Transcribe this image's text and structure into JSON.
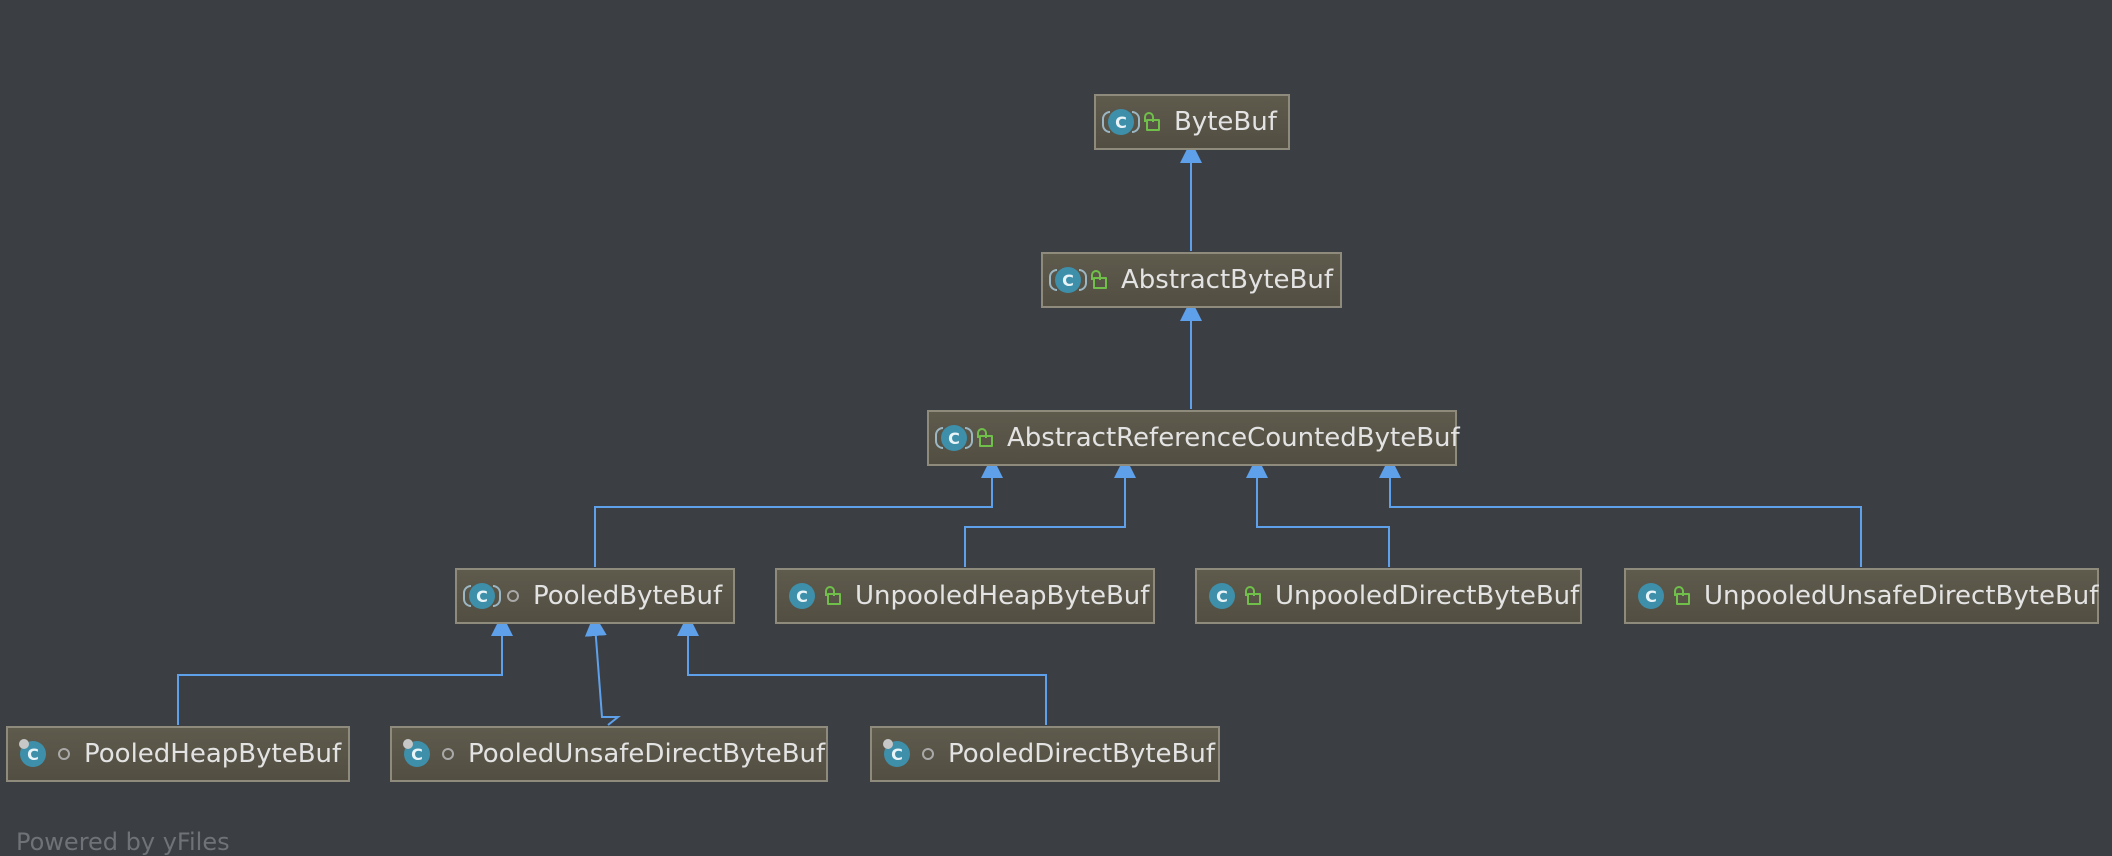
{
  "nodes": {
    "bytebuf": {
      "label": "ByteBuf",
      "kind": "abstract",
      "visibility": "public"
    },
    "abstractbytebuf": {
      "label": "AbstractByteBuf",
      "kind": "abstract",
      "visibility": "public"
    },
    "abstractrefcounted": {
      "label": "AbstractReferenceCountedByteBuf",
      "kind": "abstract",
      "visibility": "public"
    },
    "pooledbytebuf": {
      "label": "PooledByteBuf",
      "kind": "abstract",
      "visibility": "package"
    },
    "unpooledheap": {
      "label": "UnpooledHeapByteBuf",
      "kind": "class",
      "visibility": "public"
    },
    "unpooleddirect": {
      "label": "UnpooledDirectByteBuf",
      "kind": "class",
      "visibility": "public"
    },
    "unpooledunsafedirect": {
      "label": "UnpooledUnsafeDirectByteBuf",
      "kind": "class",
      "visibility": "public"
    },
    "pooledheap": {
      "label": "PooledHeapByteBuf",
      "kind": "final",
      "visibility": "package"
    },
    "pooledunsafedirect": {
      "label": "PooledUnsafeDirectByteBuf",
      "kind": "final",
      "visibility": "package"
    },
    "pooleddirect": {
      "label": "PooledDirectByteBuf",
      "kind": "final",
      "visibility": "package"
    }
  },
  "edges": [
    {
      "from": "abstractbytebuf",
      "to": "bytebuf"
    },
    {
      "from": "abstractrefcounted",
      "to": "abstractbytebuf"
    },
    {
      "from": "pooledbytebuf",
      "to": "abstractrefcounted"
    },
    {
      "from": "unpooledheap",
      "to": "abstractrefcounted"
    },
    {
      "from": "unpooleddirect",
      "to": "abstractrefcounted"
    },
    {
      "from": "unpooledunsafedirect",
      "to": "abstractrefcounted"
    },
    {
      "from": "pooledheap",
      "to": "pooledbytebuf"
    },
    {
      "from": "pooledunsafedirect",
      "to": "pooledbytebuf"
    },
    {
      "from": "pooleddirect",
      "to": "pooledbytebuf"
    }
  ],
  "icon_names": {
    "class": "class-icon",
    "abstract": "abstract-class-icon",
    "final": "final-class-icon",
    "public": "public-lock-icon",
    "package": "package-private-icon"
  },
  "colors": {
    "background": "#3b3f44",
    "edge": "#5ea0ea",
    "node_fill": "#58544a",
    "node_border": "#8e8a7c",
    "class_icon": "#3e8fa9",
    "public_icon": "#6fbf4a"
  },
  "footer": "Powered by yFiles"
}
